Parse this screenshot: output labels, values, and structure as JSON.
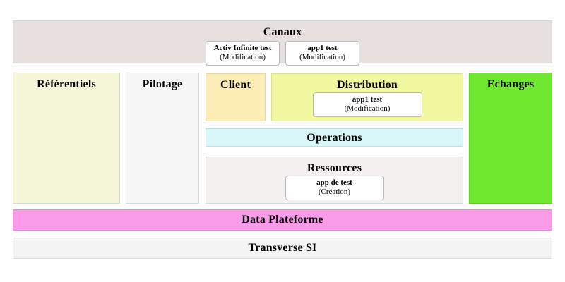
{
  "diagram": {
    "canaux": {
      "title": "Canaux",
      "apps": [
        {
          "name": "Activ Infinite test",
          "state": "(Modification)"
        },
        {
          "name": "app1 test",
          "state": "(Modification)"
        }
      ]
    },
    "referentiels": {
      "title": "Référentiels",
      "apps": []
    },
    "pilotage": {
      "title": "Pilotage",
      "apps": []
    },
    "client": {
      "title": "Client",
      "apps": []
    },
    "distribution": {
      "title": "Distribution",
      "apps": [
        {
          "name": "app1 test",
          "state": "(Modification)"
        }
      ]
    },
    "operations": {
      "title": "Operations",
      "apps": []
    },
    "ressources": {
      "title": "Ressources",
      "apps": [
        {
          "name": "app de test",
          "state": "(Création)"
        }
      ]
    },
    "echanges": {
      "title": "Echanges",
      "apps": []
    },
    "data_plateforme": {
      "title": "Data Plateforme"
    },
    "transverse_si": {
      "title": "Transverse SI"
    }
  },
  "colors": {
    "canaux_bg": "#e8dfdf",
    "referentiels_bg": "#f5f6d7",
    "pilotage_bg": "#f7f6f6",
    "client_bg": "#fcedb5",
    "distribution_bg": "#f2f8a0",
    "operations_bg": "#d9f6f9",
    "ressources_bg": "#f4f0f0",
    "echanges_bg": "#70e82f",
    "data_plateforme_bg": "#fa9bea",
    "transverse_si_bg": "#f5f4f4",
    "card_bg": "#ffffff",
    "text": "#000000"
  }
}
